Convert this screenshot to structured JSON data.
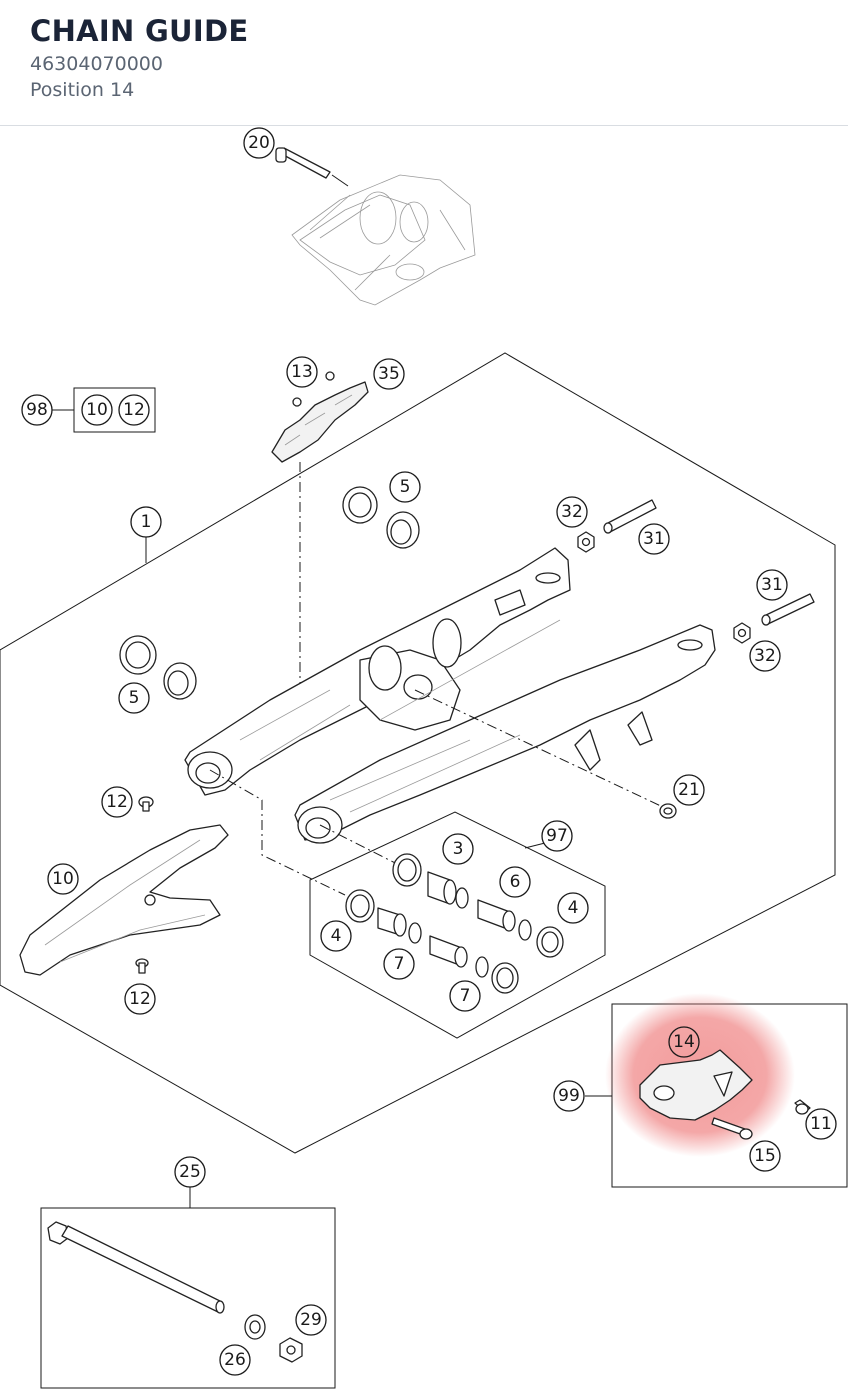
{
  "header": {
    "title": "CHAIN GUIDE",
    "part_number": "46304070000",
    "position": "Position 14"
  },
  "highlight": {
    "position": "14",
    "color": "#f08a8a"
  },
  "callouts": {
    "c20": "20",
    "c13": "13",
    "c35": "35",
    "c98": "98",
    "c10k": "10",
    "c12k": "12",
    "c1": "1",
    "c5a": "5",
    "c32a": "32",
    "c31a": "31",
    "c31b": "31",
    "c32b": "32",
    "c5b": "5",
    "c21": "21",
    "c12a": "12",
    "c97": "97",
    "c3": "3",
    "c6": "6",
    "c10": "10",
    "c4a": "4",
    "c4b": "4",
    "c7a": "7",
    "c7b": "7",
    "c12b": "12",
    "c14": "14",
    "c99": "99",
    "c11": "11",
    "c15": "15",
    "c25": "25",
    "c29": "29",
    "c26": "26"
  }
}
